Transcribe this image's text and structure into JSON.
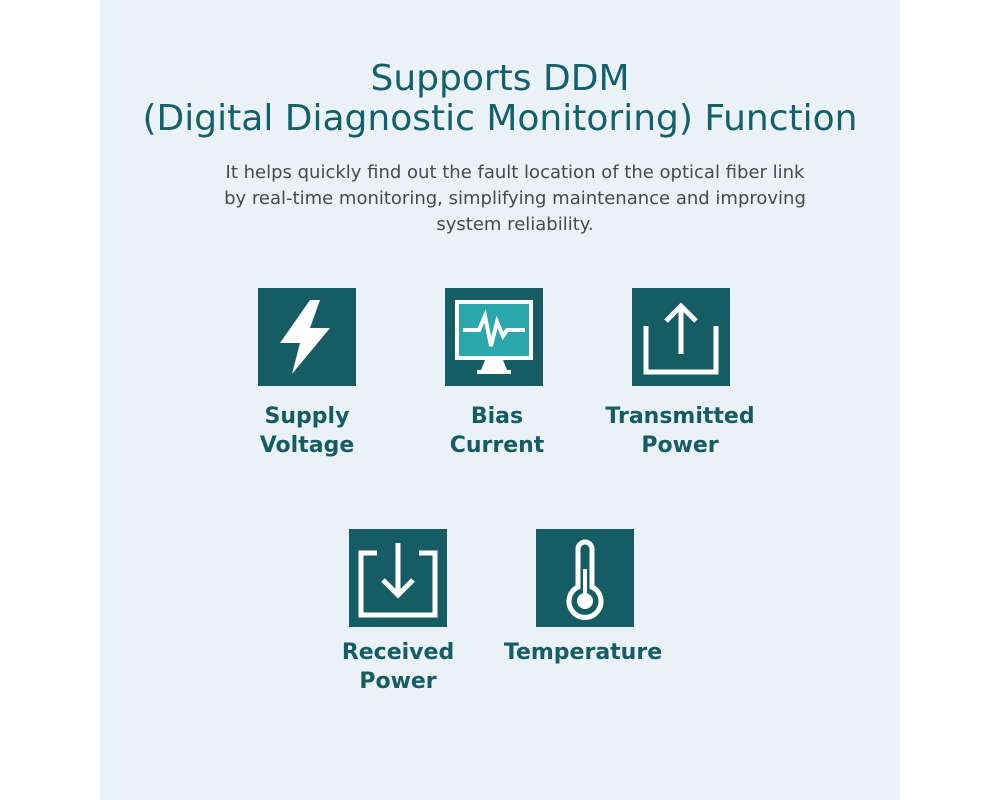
{
  "header": {
    "title_line1": "Supports DDM",
    "title_line2": "(Digital Diagnostic Monitoring) Function",
    "description_lines": [
      "It helps quickly find out the fault location of the optical fiber link",
      "by real-time monitoring, simplifying maintenance and improving",
      "system reliability."
    ]
  },
  "features": [
    {
      "icon": "lightning-bolt-icon",
      "label_lines": [
        "Supply",
        "Voltage"
      ]
    },
    {
      "icon": "monitor-pulse-icon",
      "label_lines": [
        "Bias",
        "Current"
      ]
    },
    {
      "icon": "upload-tray-icon",
      "label_lines": [
        "Transmitted",
        "Power"
      ]
    },
    {
      "icon": "download-tray-icon",
      "label_lines": [
        "Received",
        "Power"
      ]
    },
    {
      "icon": "thermometer-icon",
      "label_lines": [
        "Temperature"
      ]
    }
  ],
  "colors": {
    "panel_background": "#eaf2f7",
    "accent": "#165c64",
    "title": "#135f6a",
    "body_text": "#444b4e",
    "monitor_screen": "#2aa7aa"
  }
}
